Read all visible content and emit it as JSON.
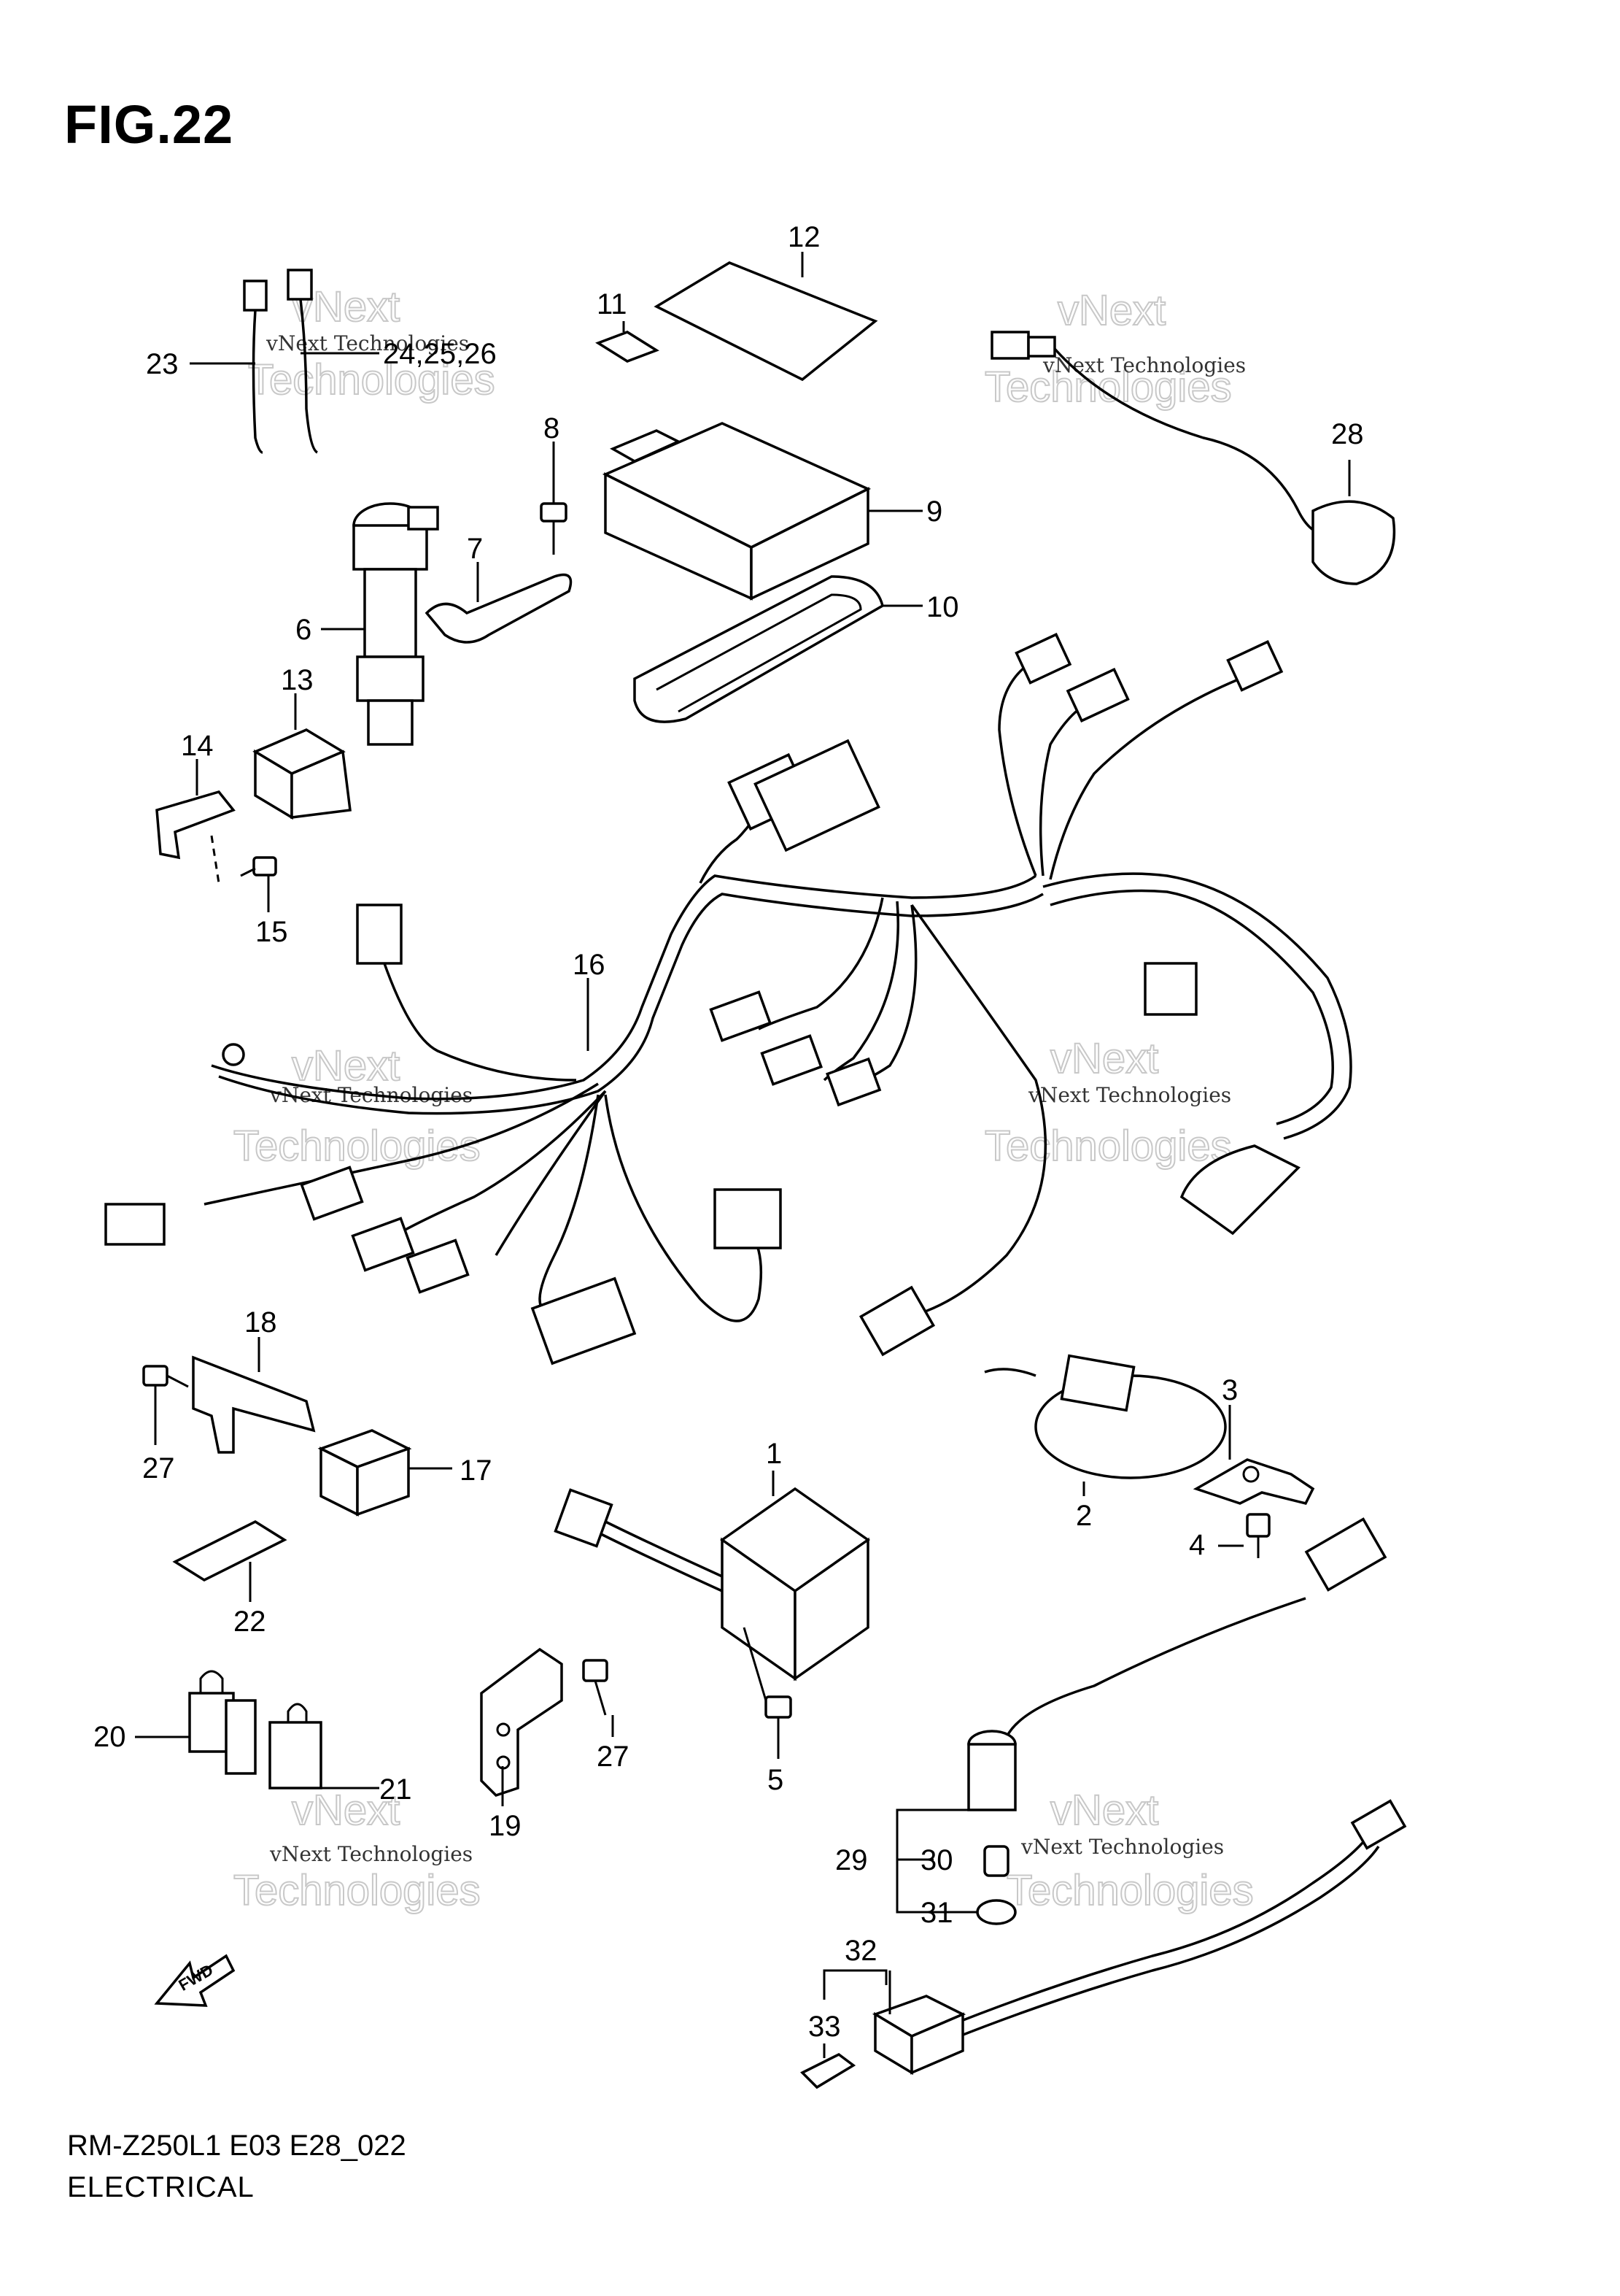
{
  "figure_title": "FIG.22",
  "footer": {
    "model_code": "RM-Z250L1 E03 E28_022",
    "section": "ELECTRICAL"
  },
  "fwd_label": "FWD",
  "watermark": {
    "line1": "vNext Technologies",
    "line2_big": "vNext",
    "line3_big": "Technologies"
  },
  "callouts": {
    "p1": "1",
    "p2": "2",
    "p3": "3",
    "p4": "4",
    "p5": "5",
    "p6": "6",
    "p7": "7",
    "p8": "8",
    "p9": "9",
    "p10": "10",
    "p11": "11",
    "p12": "12",
    "p13": "13",
    "p14": "14",
    "p15": "15",
    "p16": "16",
    "p17": "17",
    "p18": "18",
    "p19": "19",
    "p20": "20",
    "p21": "21",
    "p22": "22",
    "p23": "23",
    "p24_26": "24,25,26",
    "p27a": "27",
    "p27b": "27",
    "p28": "28",
    "p29": "29",
    "p30": "30",
    "p31": "31",
    "p32": "32",
    "p33": "33"
  }
}
